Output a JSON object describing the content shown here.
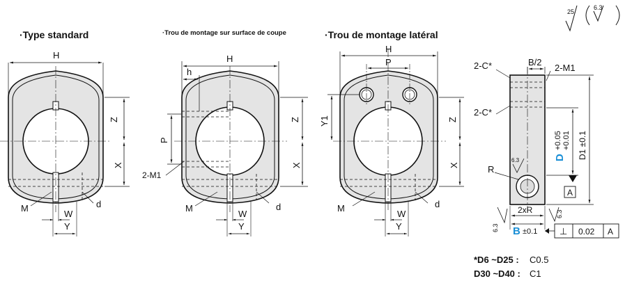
{
  "titles": {
    "standard": "·Type standard",
    "coupe": "·Trou de montage sur surface de coupe",
    "lateral": "·Trou de montage latéral"
  },
  "roughness": {
    "main": "25",
    "secondary": "6.3",
    "side_left": "6.3",
    "side_right": "6.3",
    "hole": "6.3"
  },
  "dims_standard": {
    "H": "H",
    "Z": "Z",
    "X": "X",
    "M": "M",
    "W": "W",
    "Y": "Y",
    "d": "d"
  },
  "dims_coupe": {
    "h": "h",
    "H": "H",
    "P": "P",
    "Z": "Z",
    "X": "X",
    "M1": "2-M1",
    "M": "M",
    "W": "W",
    "Y": "Y",
    "d": "d"
  },
  "dims_lateral": {
    "H": "H",
    "P": "P",
    "Y1": "Y1",
    "Z": "Z",
    "X": "X",
    "M": "M",
    "W": "W",
    "Y": "Y",
    "d": "d"
  },
  "dims_side": {
    "chamfer_top": "2-C*",
    "chamfer_mid": "2-C*",
    "half_b": "B/2",
    "thread": "2-M1",
    "D": "D",
    "D_tol_upper": "+0.05",
    "D_tol_lower": "+0.01",
    "D1": "D1 ±0.1",
    "R": "R",
    "datum": "A",
    "two_r": "2xR",
    "B": "B",
    "B_tol": "±0.1"
  },
  "tolerance_frame": {
    "symbol": "⊥",
    "value": "0.02",
    "datum": "A"
  },
  "chamfer_notes": [
    {
      "range": "*D6 ~D25 :",
      "value": "C0.5"
    },
    {
      "range": "D30 ~D40 :",
      "value": "C1"
    }
  ],
  "colors": {
    "fill": "#e4e4e4",
    "line": "#111111",
    "accent": "#1a8fd6"
  }
}
